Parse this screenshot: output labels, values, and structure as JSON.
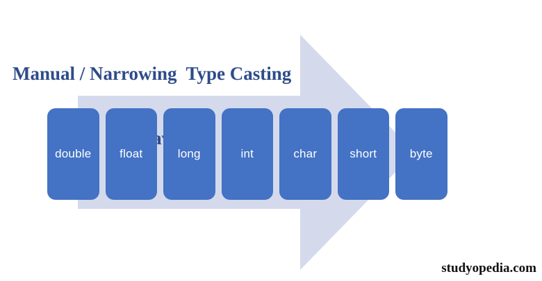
{
  "title": {
    "line1": "Manual / Narrowing  Type Casting",
    "line2": "in Java"
  },
  "diagram": {
    "description": "narrowing-type-casting-order",
    "arrow_direction": "right",
    "types": [
      "double",
      "float",
      "long",
      "int",
      "char",
      "short",
      "byte"
    ]
  },
  "watermark": "studyopedia.com",
  "colors": {
    "background": "#ffffff",
    "box_fill": "#4472c4",
    "box_text": "#ffffff",
    "arrow_fill": "#d4daec",
    "title_text": "#2e4c8a",
    "watermark_text": "#111111"
  }
}
